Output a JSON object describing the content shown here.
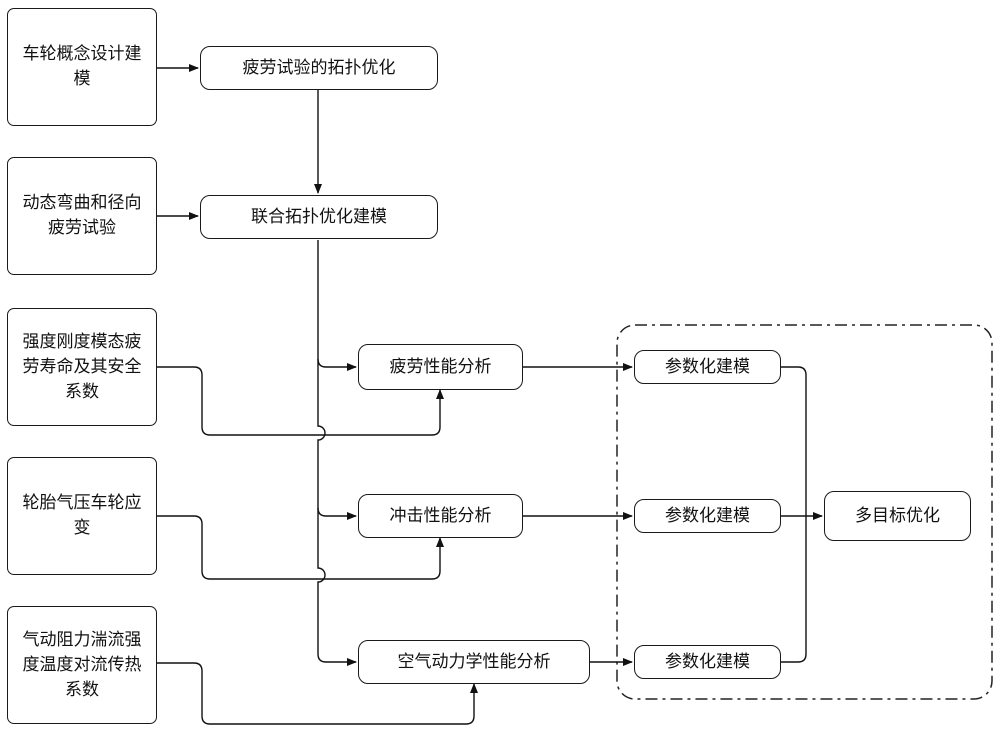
{
  "inputs": [
    {
      "text": "车轮概念设计建模"
    },
    {
      "text": "动态弯曲和径向疲劳试验"
    },
    {
      "text": "强度刚度模态疲劳寿命及其安全系数"
    },
    {
      "text": "轮胎气压车轮应变"
    },
    {
      "text": "气动阻力湍流强度温度对流传热系数"
    }
  ],
  "topology": {
    "fatigue_test_opt": "疲劳试验的拓扑优化",
    "joint_opt_model": "联合拓扑优化建模"
  },
  "analysis": {
    "fatigue": "疲劳性能分析",
    "impact": "冲击性能分析",
    "aero": "空气动力学性能分析"
  },
  "param_model": {
    "p1": "参数化建模",
    "p2": "参数化建模",
    "p3": "参数化建模"
  },
  "objective": "多目标优化"
}
